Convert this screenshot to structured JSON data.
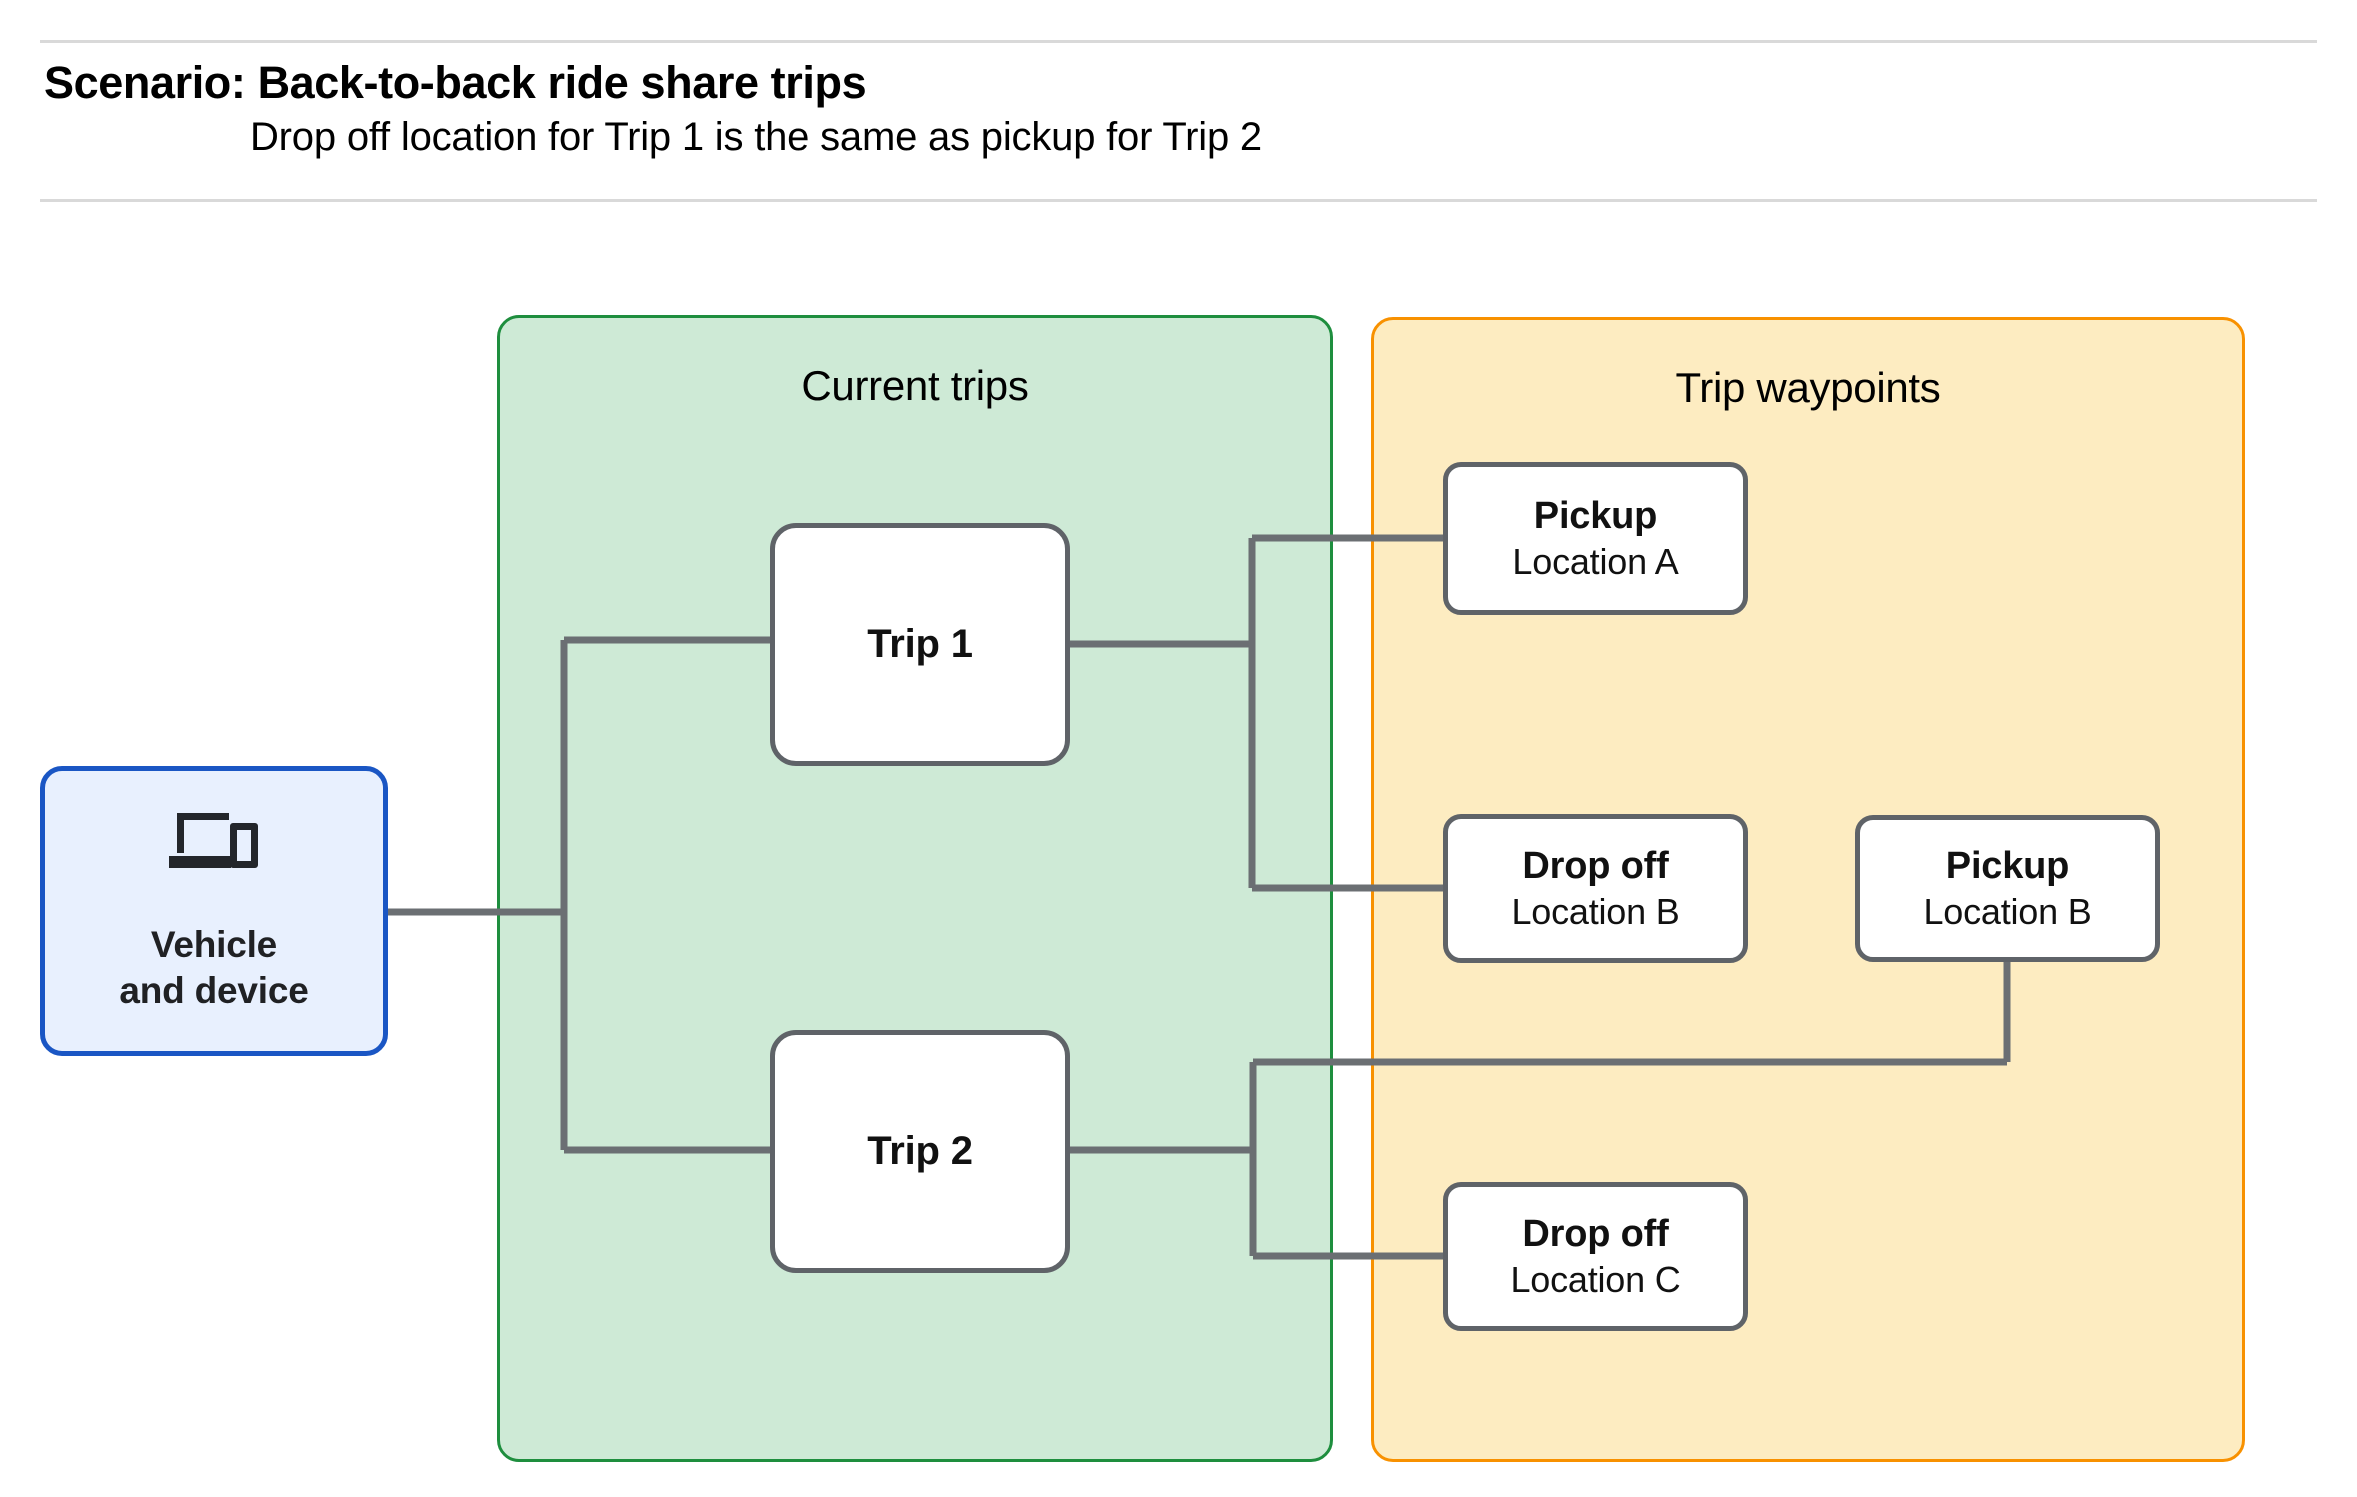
{
  "header": {
    "title": "Scenario: Back-to-back ride share trips",
    "subtitle": "Drop off  location for Trip 1 is the same as pickup for Trip 2"
  },
  "colors": {
    "current_trips_border": "#1e8e3e",
    "current_trips_fill": "#ceead6",
    "trip_waypoints_border": "#f89100",
    "trip_waypoints_fill": "#fdecc1",
    "vehicle_border": "#1a56c4",
    "vehicle_fill": "#e8f0fe",
    "node_border": "#5f6368",
    "connector": "#6b6f73",
    "rule": "#d9d9d9"
  },
  "vehicle_device": {
    "icon": "devices-icon",
    "label": "Vehicle\nand device"
  },
  "panels": {
    "current_trips": {
      "title": "Current trips",
      "trips": [
        {
          "label": "Trip 1"
        },
        {
          "label": "Trip 2"
        }
      ]
    },
    "trip_waypoints": {
      "title": "Trip waypoints",
      "waypoints": [
        {
          "type": "Pickup",
          "location": "Location A"
        },
        {
          "type": "Drop off",
          "location": "Location B"
        },
        {
          "type": "Pickup",
          "location": "Location B"
        },
        {
          "type": "Drop off",
          "location": "Location C"
        }
      ]
    }
  }
}
